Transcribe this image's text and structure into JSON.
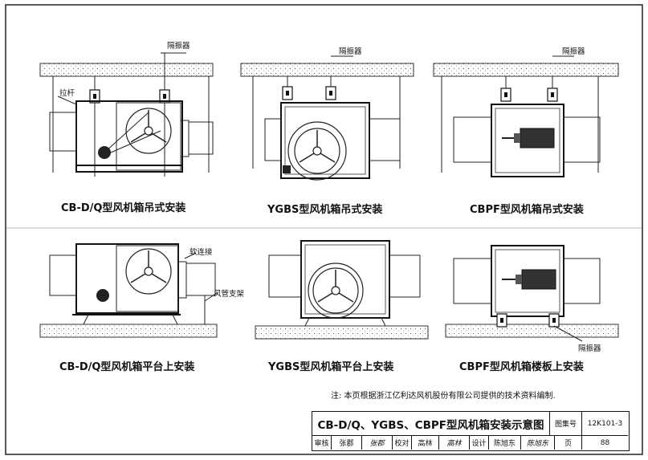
{
  "captions": {
    "top_left": "CB-D/Q型风机箱吊式安装",
    "top_mid": "YGBS型风机箱吊式安装",
    "top_right": "CBPF型风机箱吊式安装",
    "bot_left": "CB-D/Q型风机箱平台上安装",
    "bot_mid": "YGBS型风机箱平台上安装",
    "bot_right": "CBPF型风机箱楼板上安装"
  },
  "labels": {
    "isolator": "隔振器",
    "rod": "拉杆",
    "soft_joint": "软连接",
    "duct_support": "风管支架"
  },
  "note": "注: 本页根据浙江亿利达风机股份有限公司提供的技术资料编制.",
  "title_block": {
    "title": "CB-D/Q、YGBS、CBPF型风机箱安装示意图",
    "atlas_label": "图集号",
    "atlas_no": "12K101-3",
    "review_label": "审核",
    "reviewer": "张郡",
    "reviewer_sig": "张郡",
    "check_label": "校对",
    "checker": "高林",
    "checker_sig": "高林",
    "design_label": "设计",
    "designer": "陈旭东",
    "designer_sig": "陈旭东",
    "page_label": "页",
    "page_no": "88"
  }
}
